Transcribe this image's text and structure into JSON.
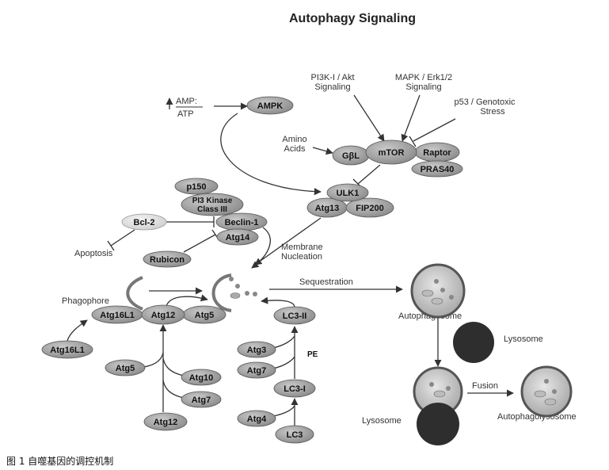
{
  "title": "Autophagy Signaling",
  "caption": "图 1   自噬基因的调控机制",
  "labels": {
    "amp_num": "AMP:",
    "amp_den": "ATP",
    "pi3k_line1": "PI3K-I / Akt",
    "pi3k_line2": "Signaling",
    "mapk_line1": "MAPK / Erk1/2",
    "mapk_line2": "Signaling",
    "p53_line1": "p53 / Genotoxic",
    "p53_line2": "Stress",
    "amino_line1": "Amino",
    "amino_line2": "Acids",
    "membrane_line1": "Membrane",
    "membrane_line2": "Nucleation",
    "apoptosis": "Apoptosis",
    "phagophore": "Phagophore",
    "sequestration": "Sequestration",
    "autophagosome": "Autophagosome",
    "lysosome_top": "Lysosome",
    "fusion": "Fusion",
    "lysosome_bottom": "Lysosome",
    "autophagolysosome": "Autophagolysosome",
    "pe": "PE"
  },
  "nodes": {
    "ampk": "AMPK",
    "gbl": "GβL",
    "mtor": "mTOR",
    "raptor": "Raptor",
    "pras40": "PRAS40",
    "ulk1": "ULK1",
    "atg13": "Atg13",
    "fip200": "FIP200",
    "p150": "p150",
    "pi3k3_line1": "PI3 Kinase",
    "pi3k3_line2": "Class III",
    "bcl2": "Bcl-2",
    "beclin1": "Beclin-1",
    "atg14": "Atg14",
    "rubicon": "Rubicon",
    "atg16l1_a": "Atg16L1",
    "atg12_a": "Atg12",
    "atg5_a": "Atg5",
    "atg16l1_b": "Atg16L1",
    "atg5_b": "Atg5",
    "atg10": "Atg10",
    "atg7_a": "Atg7",
    "atg12_b": "Atg12",
    "lc3ii": "LC3-II",
    "atg3": "Atg3",
    "atg7_b": "Atg7",
    "lc3i": "LC3-I",
    "atg4": "Atg4",
    "lc3": "LC3"
  },
  "colors": {
    "node_fill": "#9a9a9a",
    "node_light": "#d8d8d8",
    "lysosome": "#2e2e2e",
    "line": "#333333"
  }
}
